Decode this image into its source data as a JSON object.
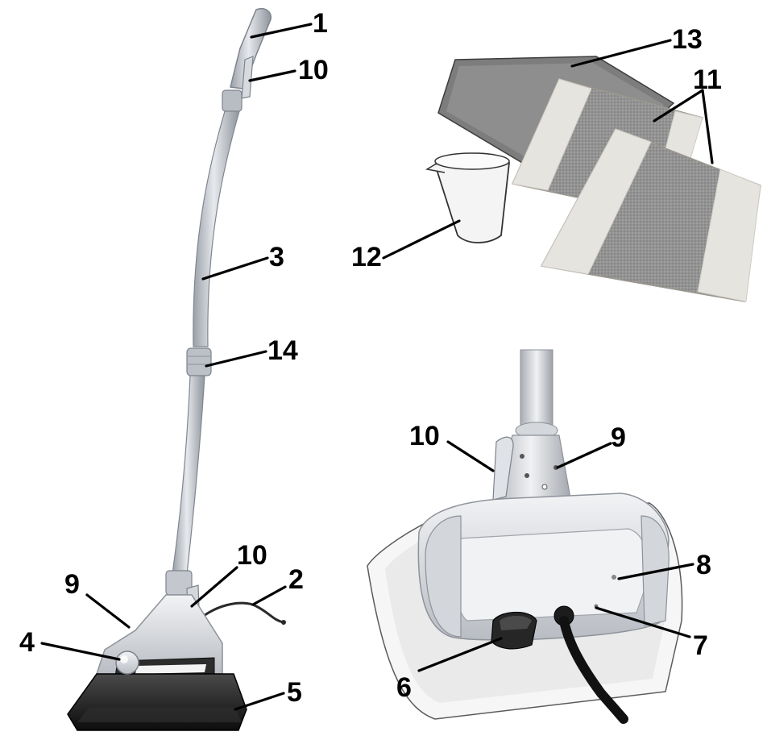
{
  "callouts": {
    "c1": "1",
    "c10_top": "10",
    "c3": "3",
    "c14": "14",
    "c10_base": "10",
    "c2": "2",
    "c9_left": "9",
    "c4": "4",
    "c5": "5",
    "c13": "13",
    "c11": "11",
    "c12": "12",
    "c10_detail": "10",
    "c9_detail": "9",
    "c8": "8",
    "c7": "7",
    "c6": "6"
  },
  "colors": {
    "metal": "#c8ccd2",
    "metal_dark": "#9aa0a8",
    "base_black": "#1a1a1a",
    "pad_gray": "#8f8f8f",
    "pad_light": "#e6e4df",
    "pad_border": "#cfccc6"
  }
}
